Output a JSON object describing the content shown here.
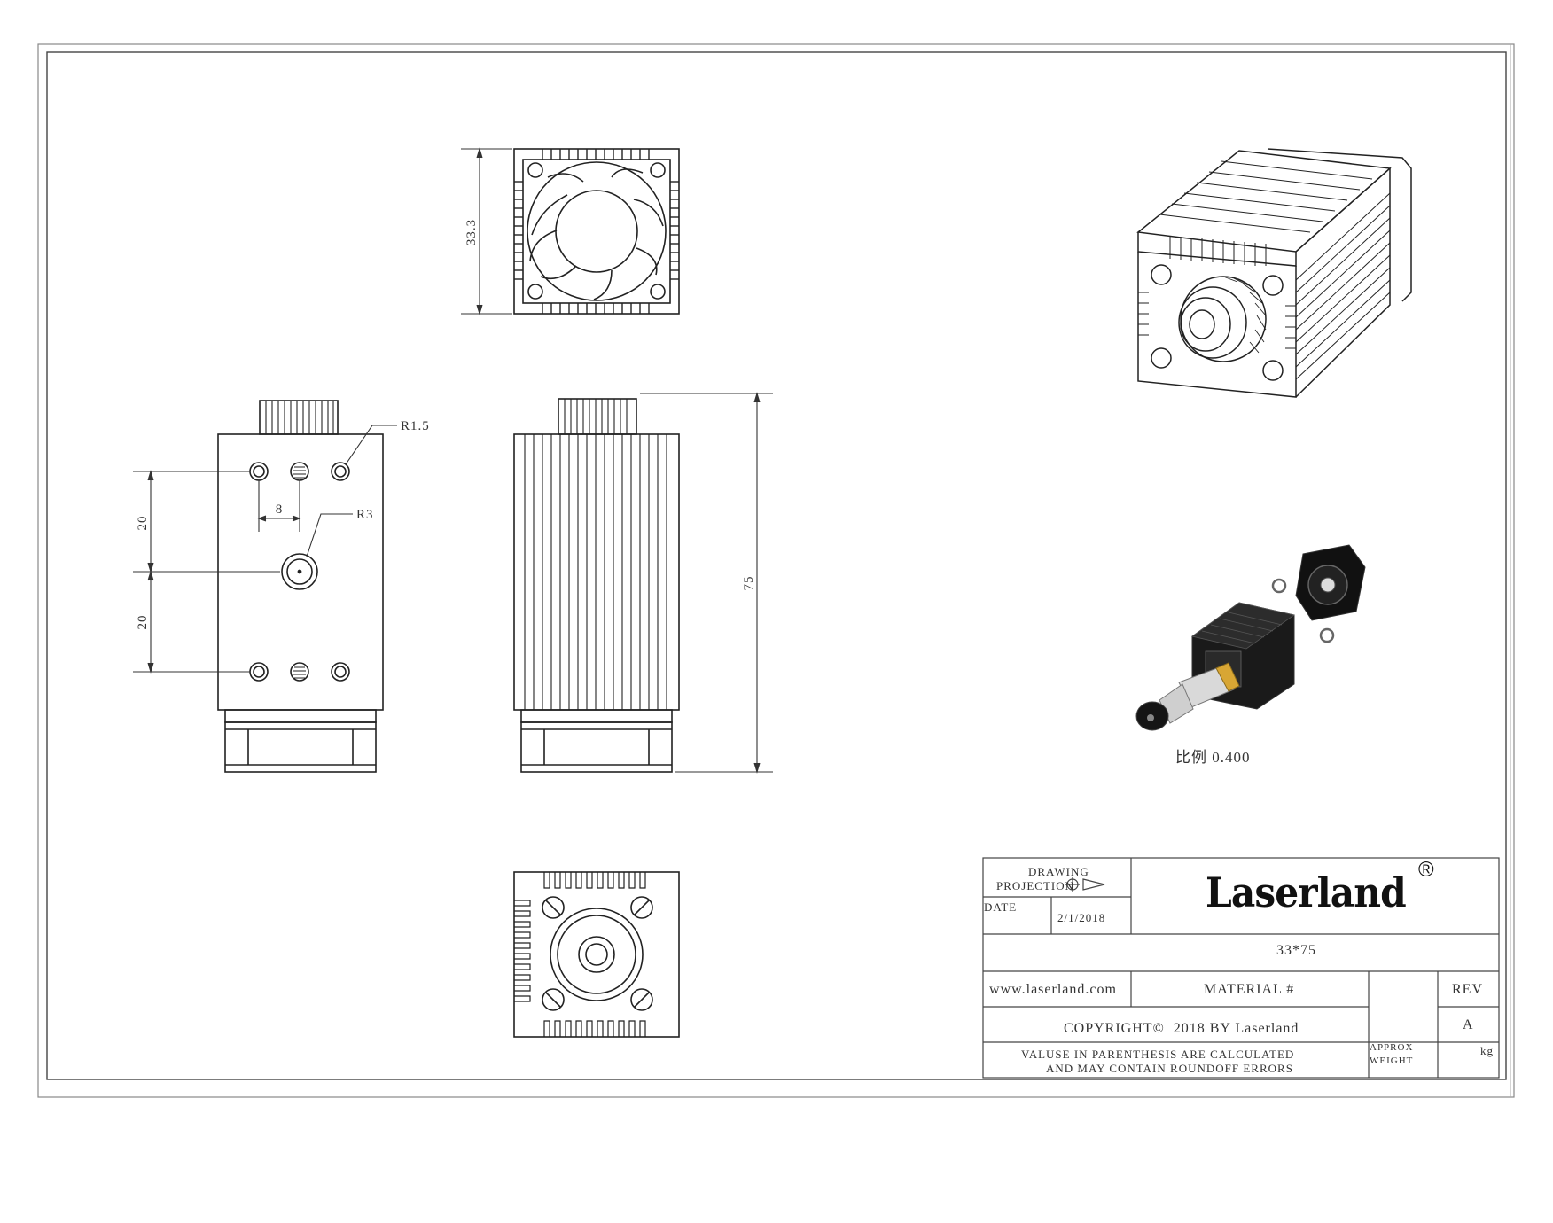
{
  "dimensions": {
    "top_height": "33.3",
    "side_length": "75",
    "hole_spacing": "8",
    "upper_pitch": "20",
    "lower_pitch": "20",
    "small_radius": "R1.5",
    "center_radius": "R3"
  },
  "scale_note": "比例 0.400",
  "title_block": {
    "drawing_projection_line1": "DRAWING",
    "drawing_projection_line2": "PROJECTION",
    "date_label": "DATE",
    "date_value": "2/1/2018",
    "brand": "Laserland",
    "brand_mark": "®",
    "part_size": "33*75",
    "website": "www.laserland.com",
    "material_label": "MATERIAL #",
    "rev_label": "REV",
    "rev_value": "A",
    "copyright_prefix": "COPYRIGHT",
    "copyright_symbol": "©",
    "copyright_text": "2018 BY Laserland",
    "note_line1": "VALUSE IN PARENTHESIS ARE CALCULATED",
    "note_line2": "AND MAY CONTAIN ROUNDOFF ERRORS",
    "weight_line1": "APPROX",
    "weight_line2": "WEIGHT",
    "weight_unit": "kg"
  }
}
